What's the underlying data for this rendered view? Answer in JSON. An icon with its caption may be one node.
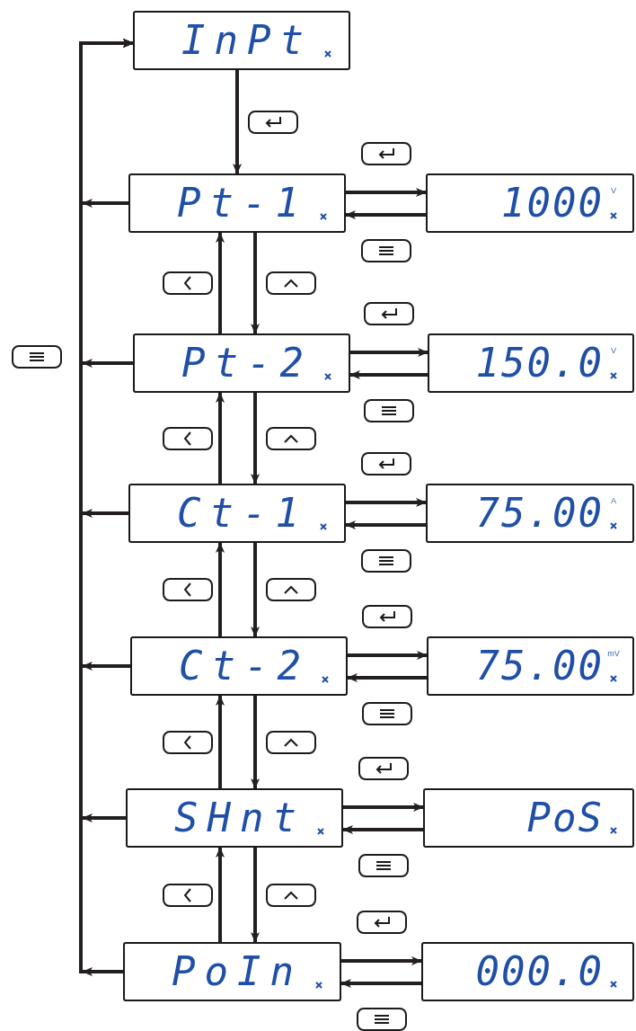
{
  "diagram": {
    "nodes": [
      {
        "text": [
          "InPt"
        ]
      },
      {
        "text": [
          "Pt-1"
        ]
      },
      {
        "text": [
          "1000",
          "V"
        ]
      },
      {
        "text": [
          "Pt-2"
        ]
      },
      {
        "text": [
          "150.0",
          "V"
        ]
      },
      {
        "text": [
          "Ct-1"
        ]
      },
      {
        "text": [
          "75.00",
          "A"
        ]
      },
      {
        "text": [
          "Ct-2"
        ]
      },
      {
        "text": [
          "75.00",
          "mV"
        ]
      },
      {
        "text": [
          "SHnt"
        ]
      },
      {
        "text": [
          "PoS"
        ]
      },
      {
        "text": [
          "PoIn"
        ]
      },
      {
        "text": [
          "000.0"
        ]
      }
    ],
    "edges": [
      {
        "from": 0,
        "to": 1,
        "arrow": "to"
      },
      {
        "from": 1,
        "to": 2,
        "arrow": "to"
      },
      {
        "from": 2,
        "to": 1,
        "arrow": "to"
      },
      {
        "from": 1,
        "to": 3,
        "arrow": "to"
      },
      {
        "from": 3,
        "to": 1,
        "arrow": "to"
      },
      {
        "from": 3,
        "to": 4,
        "arrow": "to"
      },
      {
        "from": 4,
        "to": 3,
        "arrow": "to"
      },
      {
        "from": 3,
        "to": 5,
        "arrow": "to"
      },
      {
        "from": 5,
        "to": 3,
        "arrow": "to"
      },
      {
        "from": 5,
        "to": 6,
        "arrow": "to"
      },
      {
        "from": 6,
        "to": 5,
        "arrow": "to"
      },
      {
        "from": 5,
        "to": 7,
        "arrow": "to"
      },
      {
        "from": 7,
        "to": 5,
        "arrow": "to"
      },
      {
        "from": 7,
        "to": 8,
        "arrow": "to"
      },
      {
        "from": 8,
        "to": 7,
        "arrow": "to"
      },
      {
        "from": 7,
        "to": 9,
        "arrow": "to"
      },
      {
        "from": 9,
        "to": 7,
        "arrow": "to"
      },
      {
        "from": 9,
        "to": 10,
        "arrow": "to"
      },
      {
        "from": 10,
        "to": 9,
        "arrow": "to"
      },
      {
        "from": 9,
        "to": 11,
        "arrow": "to"
      },
      {
        "from": 11,
        "to": 9,
        "arrow": "to"
      },
      {
        "from": 11,
        "to": 12,
        "arrow": "to"
      },
      {
        "from": 12,
        "to": 11,
        "arrow": "to"
      },
      {
        "from": 1,
        "to": 0,
        "arrow": "to"
      },
      {
        "from": 3,
        "to": 0,
        "arrow": "to"
      },
      {
        "from": 5,
        "to": 0,
        "arrow": "to"
      },
      {
        "from": 7,
        "to": 0,
        "arrow": "to"
      },
      {
        "from": 9,
        "to": 0,
        "arrow": "to"
      },
      {
        "from": 11,
        "to": 0,
        "arrow": "to"
      }
    ]
  }
}
